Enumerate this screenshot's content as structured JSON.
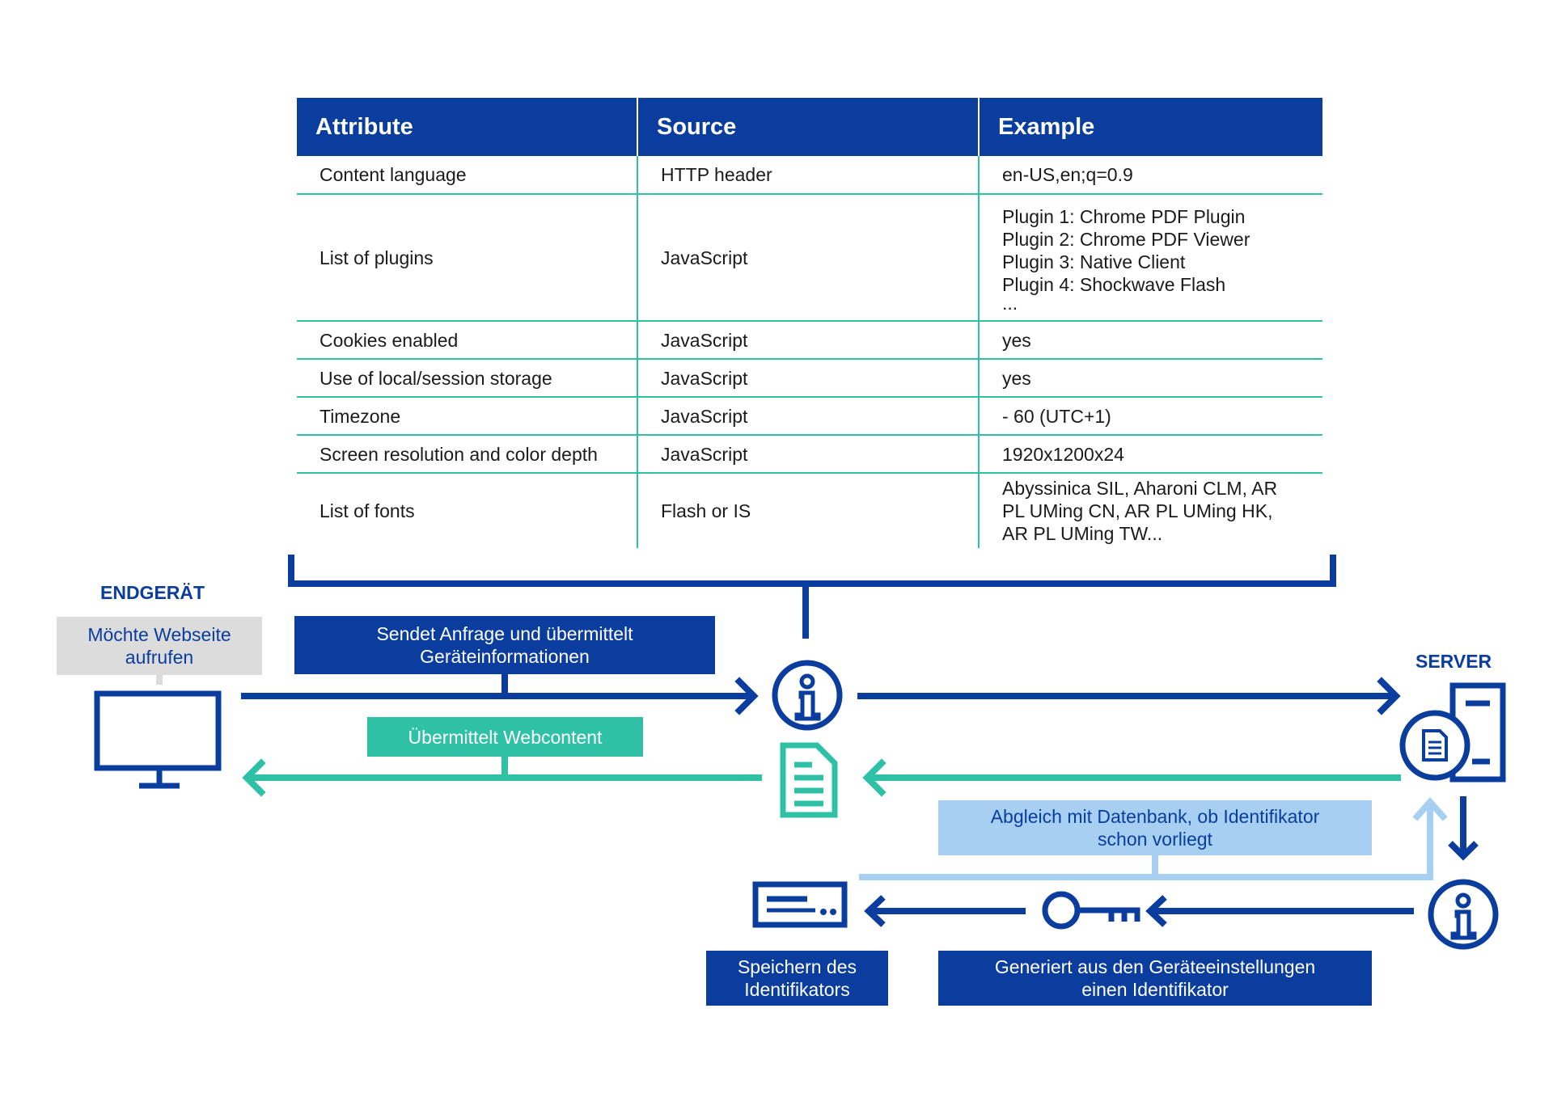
{
  "table": {
    "headers": [
      "Attribute",
      "Source",
      "Example"
    ],
    "rows": [
      {
        "attribute": "Content language",
        "source": "HTTP header",
        "example": [
          "en-US,en;q=0.9"
        ]
      },
      {
        "attribute": "List of plugins",
        "source": "JavaScript",
        "example": [
          "Plugin 1: Chrome PDF Plugin",
          "Plugin 2: Chrome PDF Viewer",
          "Plugin 3: Native Client",
          "Plugin 4: Shockwave Flash",
          "..."
        ]
      },
      {
        "attribute": "Cookies enabled",
        "source": "JavaScript",
        "example": [
          "yes"
        ]
      },
      {
        "attribute": "Use of local/session storage",
        "source": "JavaScript",
        "example": [
          "yes"
        ]
      },
      {
        "attribute": "Timezone",
        "source": "JavaScript",
        "example": [
          "- 60 (UTC+1)"
        ]
      },
      {
        "attribute": "Screen resolution and color depth",
        "source": "JavaScript",
        "example": [
          "1920x1200x24"
        ]
      },
      {
        "attribute": "List of fonts",
        "source": "Flash or IS",
        "example": [
          "Abyssinica SIL, Aharoni CLM, AR",
          "PL UMing CN, AR PL UMing HK,",
          "AR PL UMing TW..."
        ]
      }
    ]
  },
  "diagram": {
    "device_title": "ENDGERÄT",
    "server_title": "SERVER",
    "device_request": "Möchte Webseite aufrufen",
    "send_request": "Sendet Anfrage und übermittelt Geräteinformationen",
    "transmit_content": "Übermittelt Webcontent",
    "compare_db": "Abgleich mit Datenbank, ob Identifikator schon vorliegt",
    "store_id": "Speichern des Identifikators",
    "generate_id": "Generiert aus den Geräteeinstellungen einen Identifikator"
  },
  "colors": {
    "dark_blue": "#0a3d9e",
    "teal": "#2fc1a6",
    "light_blue": "#a6cff1",
    "grey": "#dcdcdc"
  },
  "icons": [
    "monitor-icon",
    "info-icon",
    "document-icon",
    "server-icon",
    "id-card-icon",
    "key-icon"
  ]
}
